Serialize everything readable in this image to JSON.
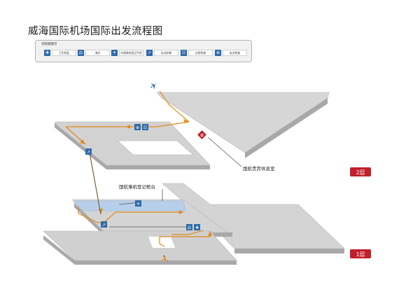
{
  "page": {
    "title": "威海国际机场国际出发流程图"
  },
  "legend": {
    "title": "流程图图示",
    "items": [
      {
        "label": "卫生检疫",
        "icon": "health-quarantine-icon"
      },
      {
        "label": "海关",
        "icon": "customs-icon"
      },
      {
        "label": "办理乘机登记手续",
        "icon": "check-in-icon"
      },
      {
        "label": "自动扶梯",
        "icon": "escalator-icon"
      },
      {
        "label": "边防检查",
        "icon": "border-inspection-icon"
      },
      {
        "label": "安全检查",
        "icon": "security-check-icon"
      }
    ]
  },
  "labels": {
    "vip_lounge": "国航贵宾休息室",
    "checkin_counter": "国航乘机登记柜台"
  },
  "floors": {
    "upper": "2层",
    "lower": "1层"
  },
  "colors": {
    "accent": "#c0202a",
    "route": "#e08a1c",
    "icon_blue": "#2f6bab",
    "floor_top": "#d2d2d2",
    "floor_edge": "#a8a8a8",
    "counter": "#b7cfea"
  }
}
